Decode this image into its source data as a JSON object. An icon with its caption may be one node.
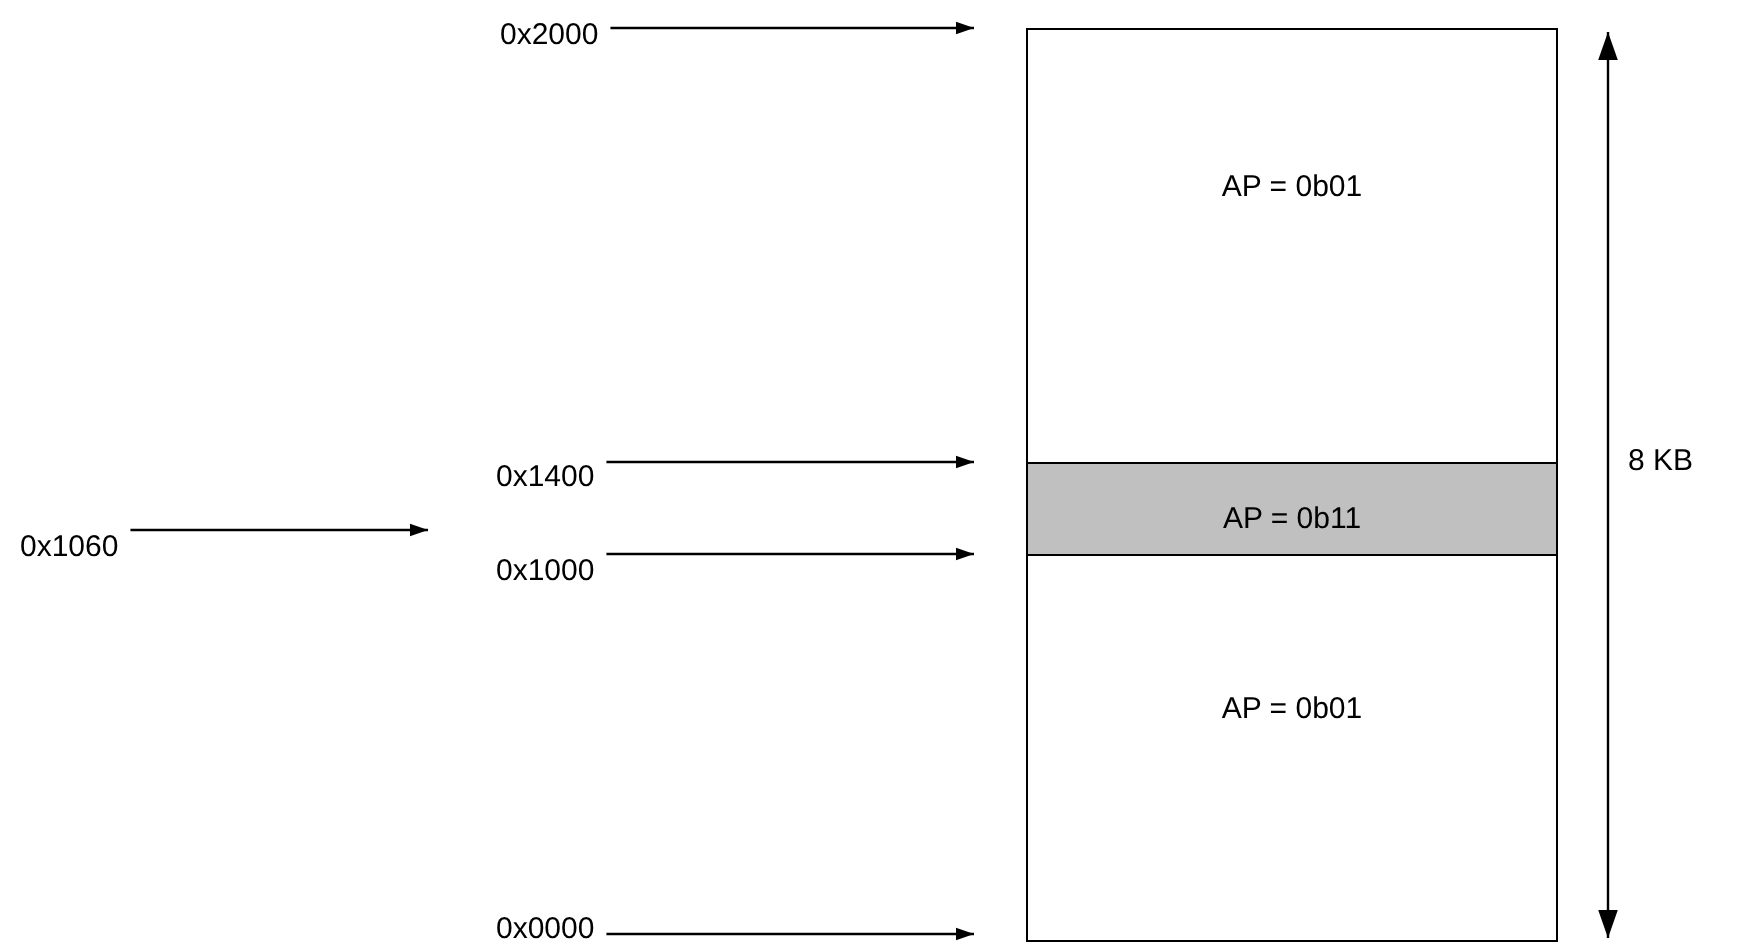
{
  "diagram": {
    "nodes": [
      {
        "text": [
          "0x2000"
        ]
      },
      {
        "text": [
          "AP = 0b01"
        ]
      },
      {
        "text": [
          "0x1400"
        ]
      },
      {
        "text": [
          "0x1060"
        ]
      },
      {
        "text": [
          "AP = 0b11"
        ]
      },
      {
        "text": [
          "0x1000"
        ]
      },
      {
        "text": [
          "AP = 0b01"
        ]
      },
      {
        "text": [
          "0x0000"
        ]
      }
    ],
    "edges": [
      {
        "from": 0,
        "to": null,
        "arrow": "to"
      },
      {
        "from": 2,
        "to": null,
        "arrow": "to"
      },
      {
        "from": 3,
        "to": null,
        "arrow": "to"
      },
      {
        "from": 5,
        "to": null,
        "arrow": "to"
      },
      {
        "from": 7,
        "to": null,
        "arrow": "to"
      }
    ],
    "labels": [
      "8 KB"
    ]
  }
}
